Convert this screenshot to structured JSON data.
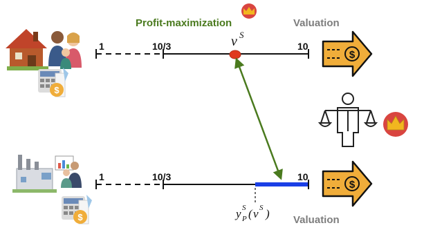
{
  "header": {
    "profit_label": "Profit-maximization",
    "valuation_top": "Valuation",
    "valuation_bottom": "Valuation"
  },
  "top_line": {
    "tick_left": "1",
    "tick_mid": "10/3",
    "tick_right": "10",
    "point_symbol": "v",
    "point_superscript": "S"
  },
  "bottom_line": {
    "tick_left": "1",
    "tick_mid": "10/3",
    "tick_right": "10",
    "annot_y": "y",
    "annot_sup": "S",
    "annot_sub": "P",
    "annot_arg_open": "(",
    "annot_arg_v": "v",
    "annot_arg_sup": "S",
    "annot_arg_close": ")"
  },
  "colors": {
    "green": "#4a7a1e",
    "gray": "#7d7d7d",
    "blue": "#1a3fe6",
    "red_point": "#e03a1e",
    "crown_red": "#d94540",
    "crown_gold": "#f2b61f",
    "arrow_orange": "#f0ad3a"
  },
  "icons": {
    "house": "house-icon",
    "family": "family-icon",
    "calculator": "calculator-dollar-icon",
    "factory": "factory-icon",
    "presenter": "presenter-icon",
    "crown": "crown-badge-icon",
    "scales": "justice-scales-icon",
    "dollar_arrow": "dollar-arrow-icon"
  }
}
